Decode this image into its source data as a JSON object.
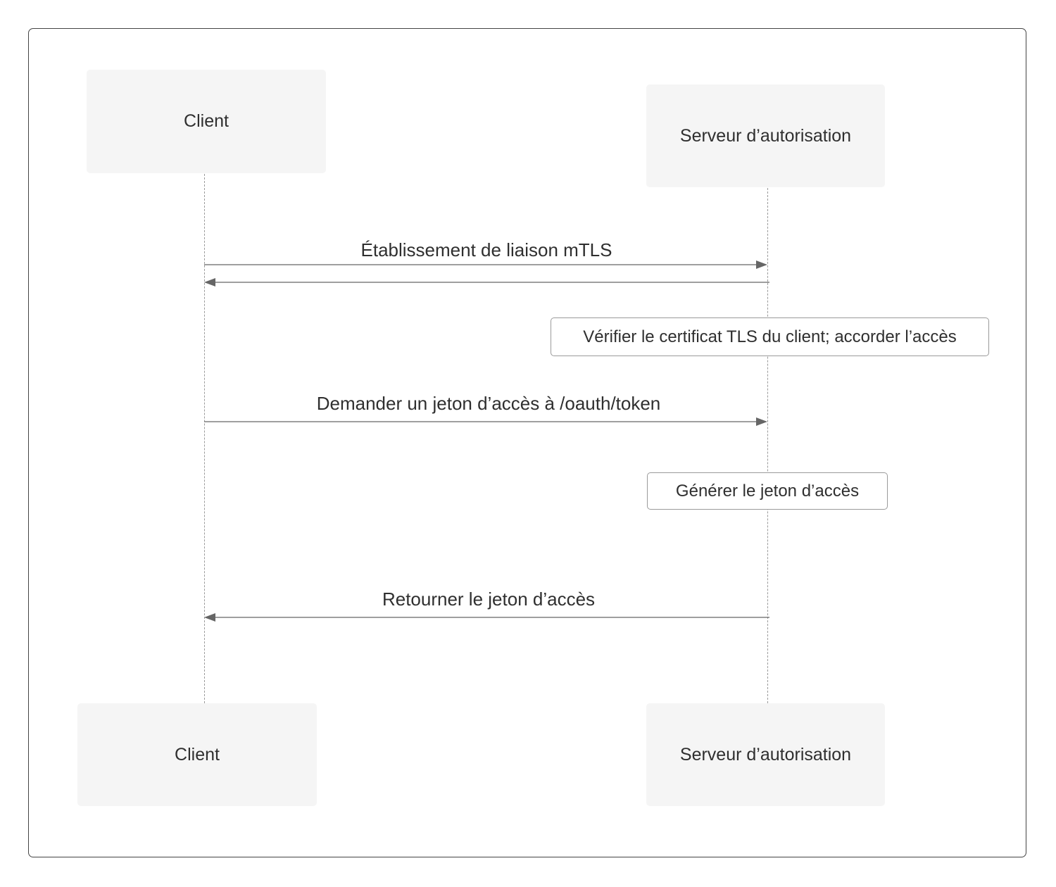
{
  "participants": {
    "client": "Client",
    "server": "Serveur d’autorisation"
  },
  "messages": [
    {
      "label": "Établissement de liaison mTLS",
      "from": "client",
      "to": "server"
    },
    {
      "label": "",
      "from": "server",
      "to": "client"
    },
    {
      "label": "Demander un jeton d’accès à /oauth/token",
      "from": "client",
      "to": "server"
    },
    {
      "label": "Retourner le jeton d’accès",
      "from": "server",
      "to": "client"
    }
  ],
  "notes": [
    {
      "text": "Vérifier le certificat TLS du client; accorder l’accès",
      "over": "server"
    },
    {
      "text": "Générer le jeton d’accès",
      "over": "server"
    }
  ],
  "colors": {
    "participant_fill": "#f5f5f5",
    "line": "#666666",
    "frame": "#444444"
  }
}
